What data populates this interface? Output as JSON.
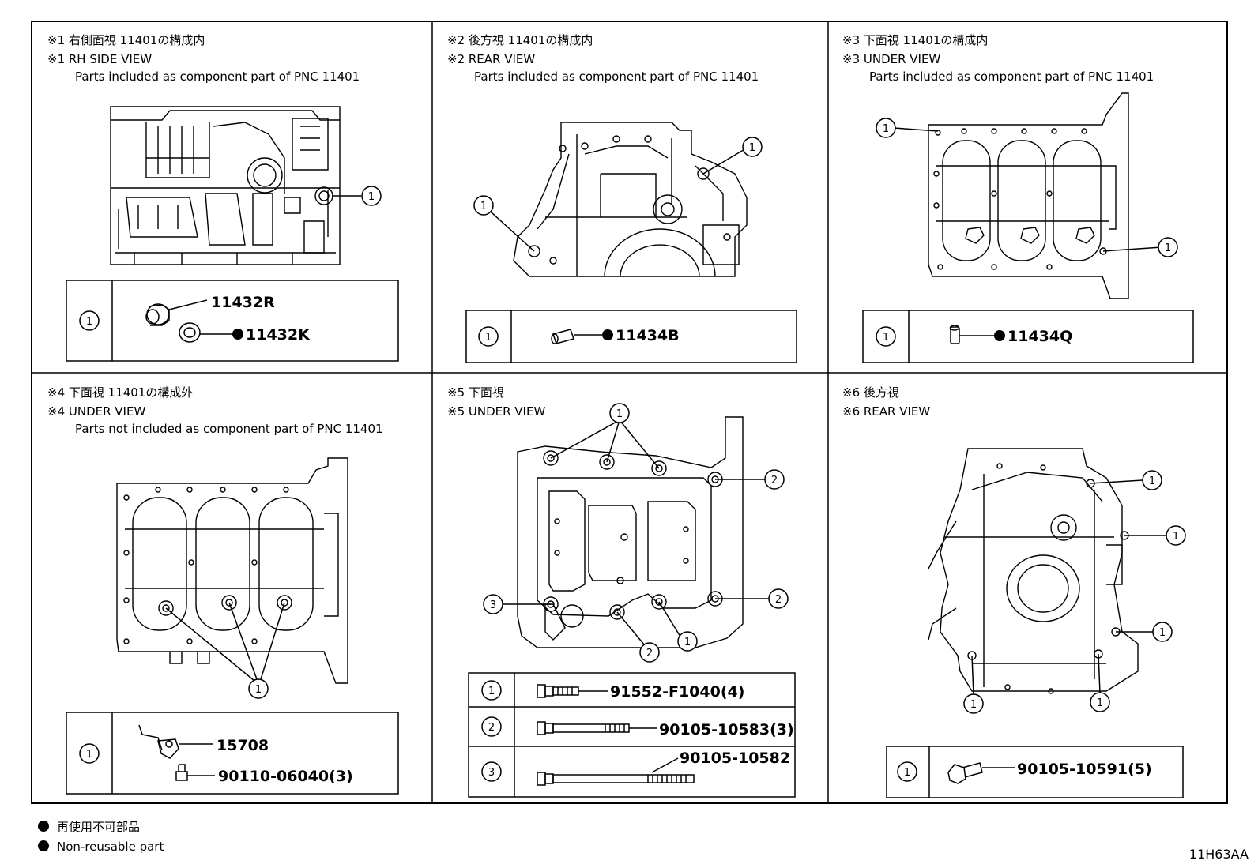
{
  "panels": [
    {
      "id": 1,
      "title_jp": "※1 右側面視 11401の構成内",
      "title_en": "※1 RH SIDE VIEW",
      "note": "Parts included as component part of PNC 11401",
      "parts": [
        {
          "label": "11432R",
          "nonreusable": false
        },
        {
          "label": "11432K",
          "nonreusable": true
        }
      ]
    },
    {
      "id": 2,
      "title_jp": "※2 後方視 11401の構成内",
      "title_en": "※2 REAR VIEW",
      "note": "Parts included as component part of PNC 11401",
      "parts": [
        {
          "label": "11434B",
          "nonreusable": true
        }
      ]
    },
    {
      "id": 3,
      "title_jp": "※3 下面視 11401の構成内",
      "title_en": "※3 UNDER VIEW",
      "note": "Parts included as component part of PNC 11401",
      "parts": [
        {
          "label": "11434Q",
          "nonreusable": true
        }
      ]
    },
    {
      "id": 4,
      "title_jp": "※4 下面視 11401の構成外",
      "title_en": "※4 UNDER VIEW",
      "note": "Parts not included as component part of PNC 11401",
      "parts": [
        {
          "label": "15708",
          "nonreusable": false
        },
        {
          "label": "90110-06040(3)",
          "nonreusable": false
        }
      ]
    },
    {
      "id": 5,
      "title_jp": "※5 下面視",
      "title_en": "※5 UNDER VIEW",
      "note": "",
      "parts": [
        {
          "label": "91552-F1040(4)",
          "nonreusable": false
        },
        {
          "label": "90105-10583(3)",
          "nonreusable": false
        },
        {
          "label": "90105-10582",
          "nonreusable": false
        }
      ]
    },
    {
      "id": 6,
      "title_jp": "※6 後方視",
      "title_en": "※6 REAR VIEW",
      "note": "",
      "parts": [
        {
          "label": "90105-10591(5)",
          "nonreusable": false
        }
      ]
    }
  ],
  "callouts": {
    "one": "1",
    "two": "2",
    "three": "3"
  },
  "legend": {
    "jp": "再使用不可部品",
    "en": "Non-reusable part"
  },
  "illustration_code": "11H63AA"
}
